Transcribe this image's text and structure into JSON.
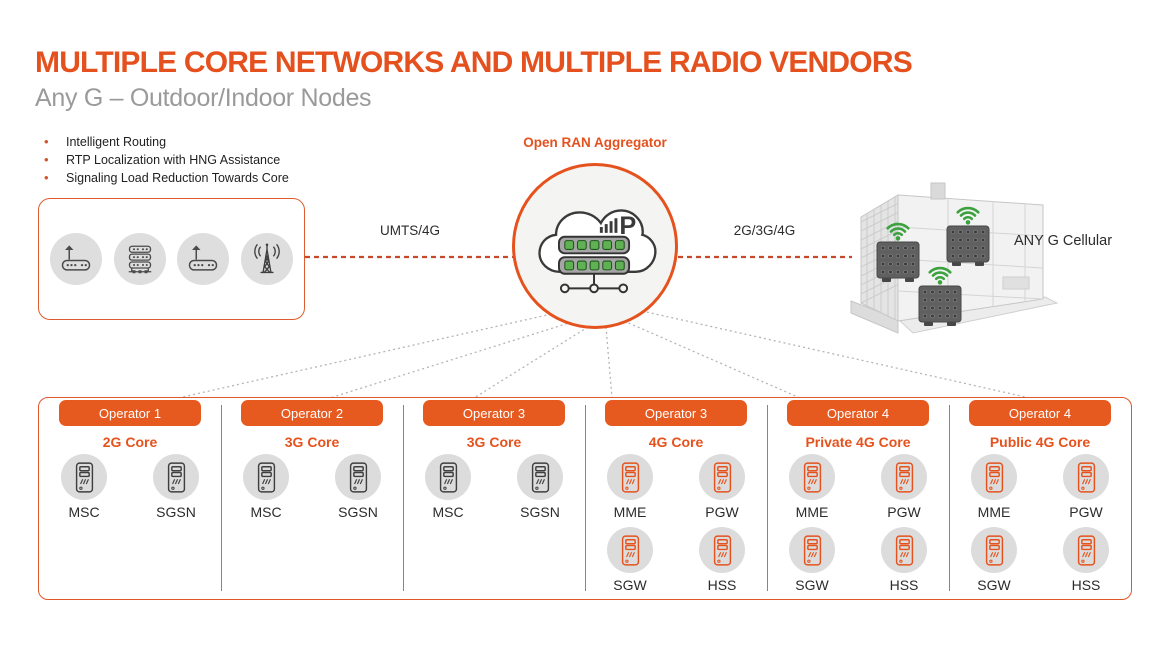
{
  "title": "MULTIPLE CORE NETWORKS AND MULTIPLE RADIO VENDORS",
  "subtitle": "Any G – Outdoor/Indoor Nodes",
  "bullets": [
    "Intelligent Routing",
    "RTP Localization with HNG Assistance",
    "Signaling Load Reduction Towards Core"
  ],
  "aggregator": {
    "label": "Open RAN Aggregator",
    "ip_glyph": "P"
  },
  "links": {
    "left_label": "UMTS/4G",
    "right_label": "2G/3G/4G"
  },
  "cellular": {
    "label": "ANY G Cellular"
  },
  "left_nodes": {
    "icons": [
      "wireless-router-icon",
      "switch-stack-icon",
      "wireless-router-icon",
      "radio-tower-icon"
    ]
  },
  "operators": [
    {
      "tab": "Operator 1",
      "core": "2G Core",
      "nodes": [
        "MSC",
        "SGSN"
      ]
    },
    {
      "tab": "Operator 2",
      "core": "3G Core",
      "nodes": [
        "MSC",
        "SGSN"
      ]
    },
    {
      "tab": "Operator 3",
      "core": "3G Core",
      "nodes": [
        "MSC",
        "SGSN"
      ]
    },
    {
      "tab": "Operator 3",
      "core": "4G Core",
      "nodes": [
        "MME",
        "PGW",
        "SGW",
        "HSS"
      ]
    },
    {
      "tab": "Operator 4",
      "core": "Private 4G Core",
      "nodes": [
        "MME",
        "PGW",
        "SGW",
        "HSS"
      ]
    },
    {
      "tab": "Operator 4",
      "core": "Public 4G Core",
      "nodes": [
        "MME",
        "PGW",
        "SGW",
        "HSS"
      ]
    }
  ],
  "colors": {
    "brand_orange": "#E5521D",
    "dash_red": "#C8492A",
    "connector_gray": "#b5b5b5",
    "subtitle_gray": "#9a9a9a",
    "text_dark": "#2b2b2b",
    "led_green": "#5FB154",
    "wifi_green": "#3BA23E"
  }
}
